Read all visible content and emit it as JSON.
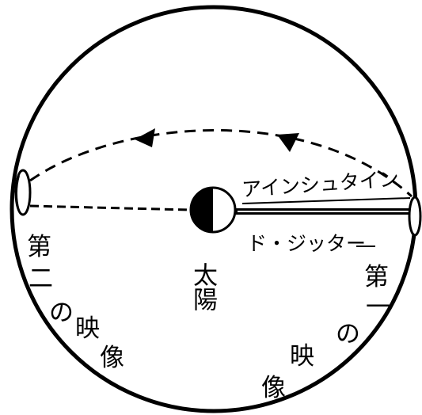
{
  "labels": {
    "sun": "太陽",
    "second_image": "第二の映像",
    "first_image": "第一の映像",
    "einstein": "アインシュタイン",
    "de_sitter": "ド・ジッター"
  },
  "colors": {
    "ink": "#000000",
    "paper": "#ffffff"
  }
}
